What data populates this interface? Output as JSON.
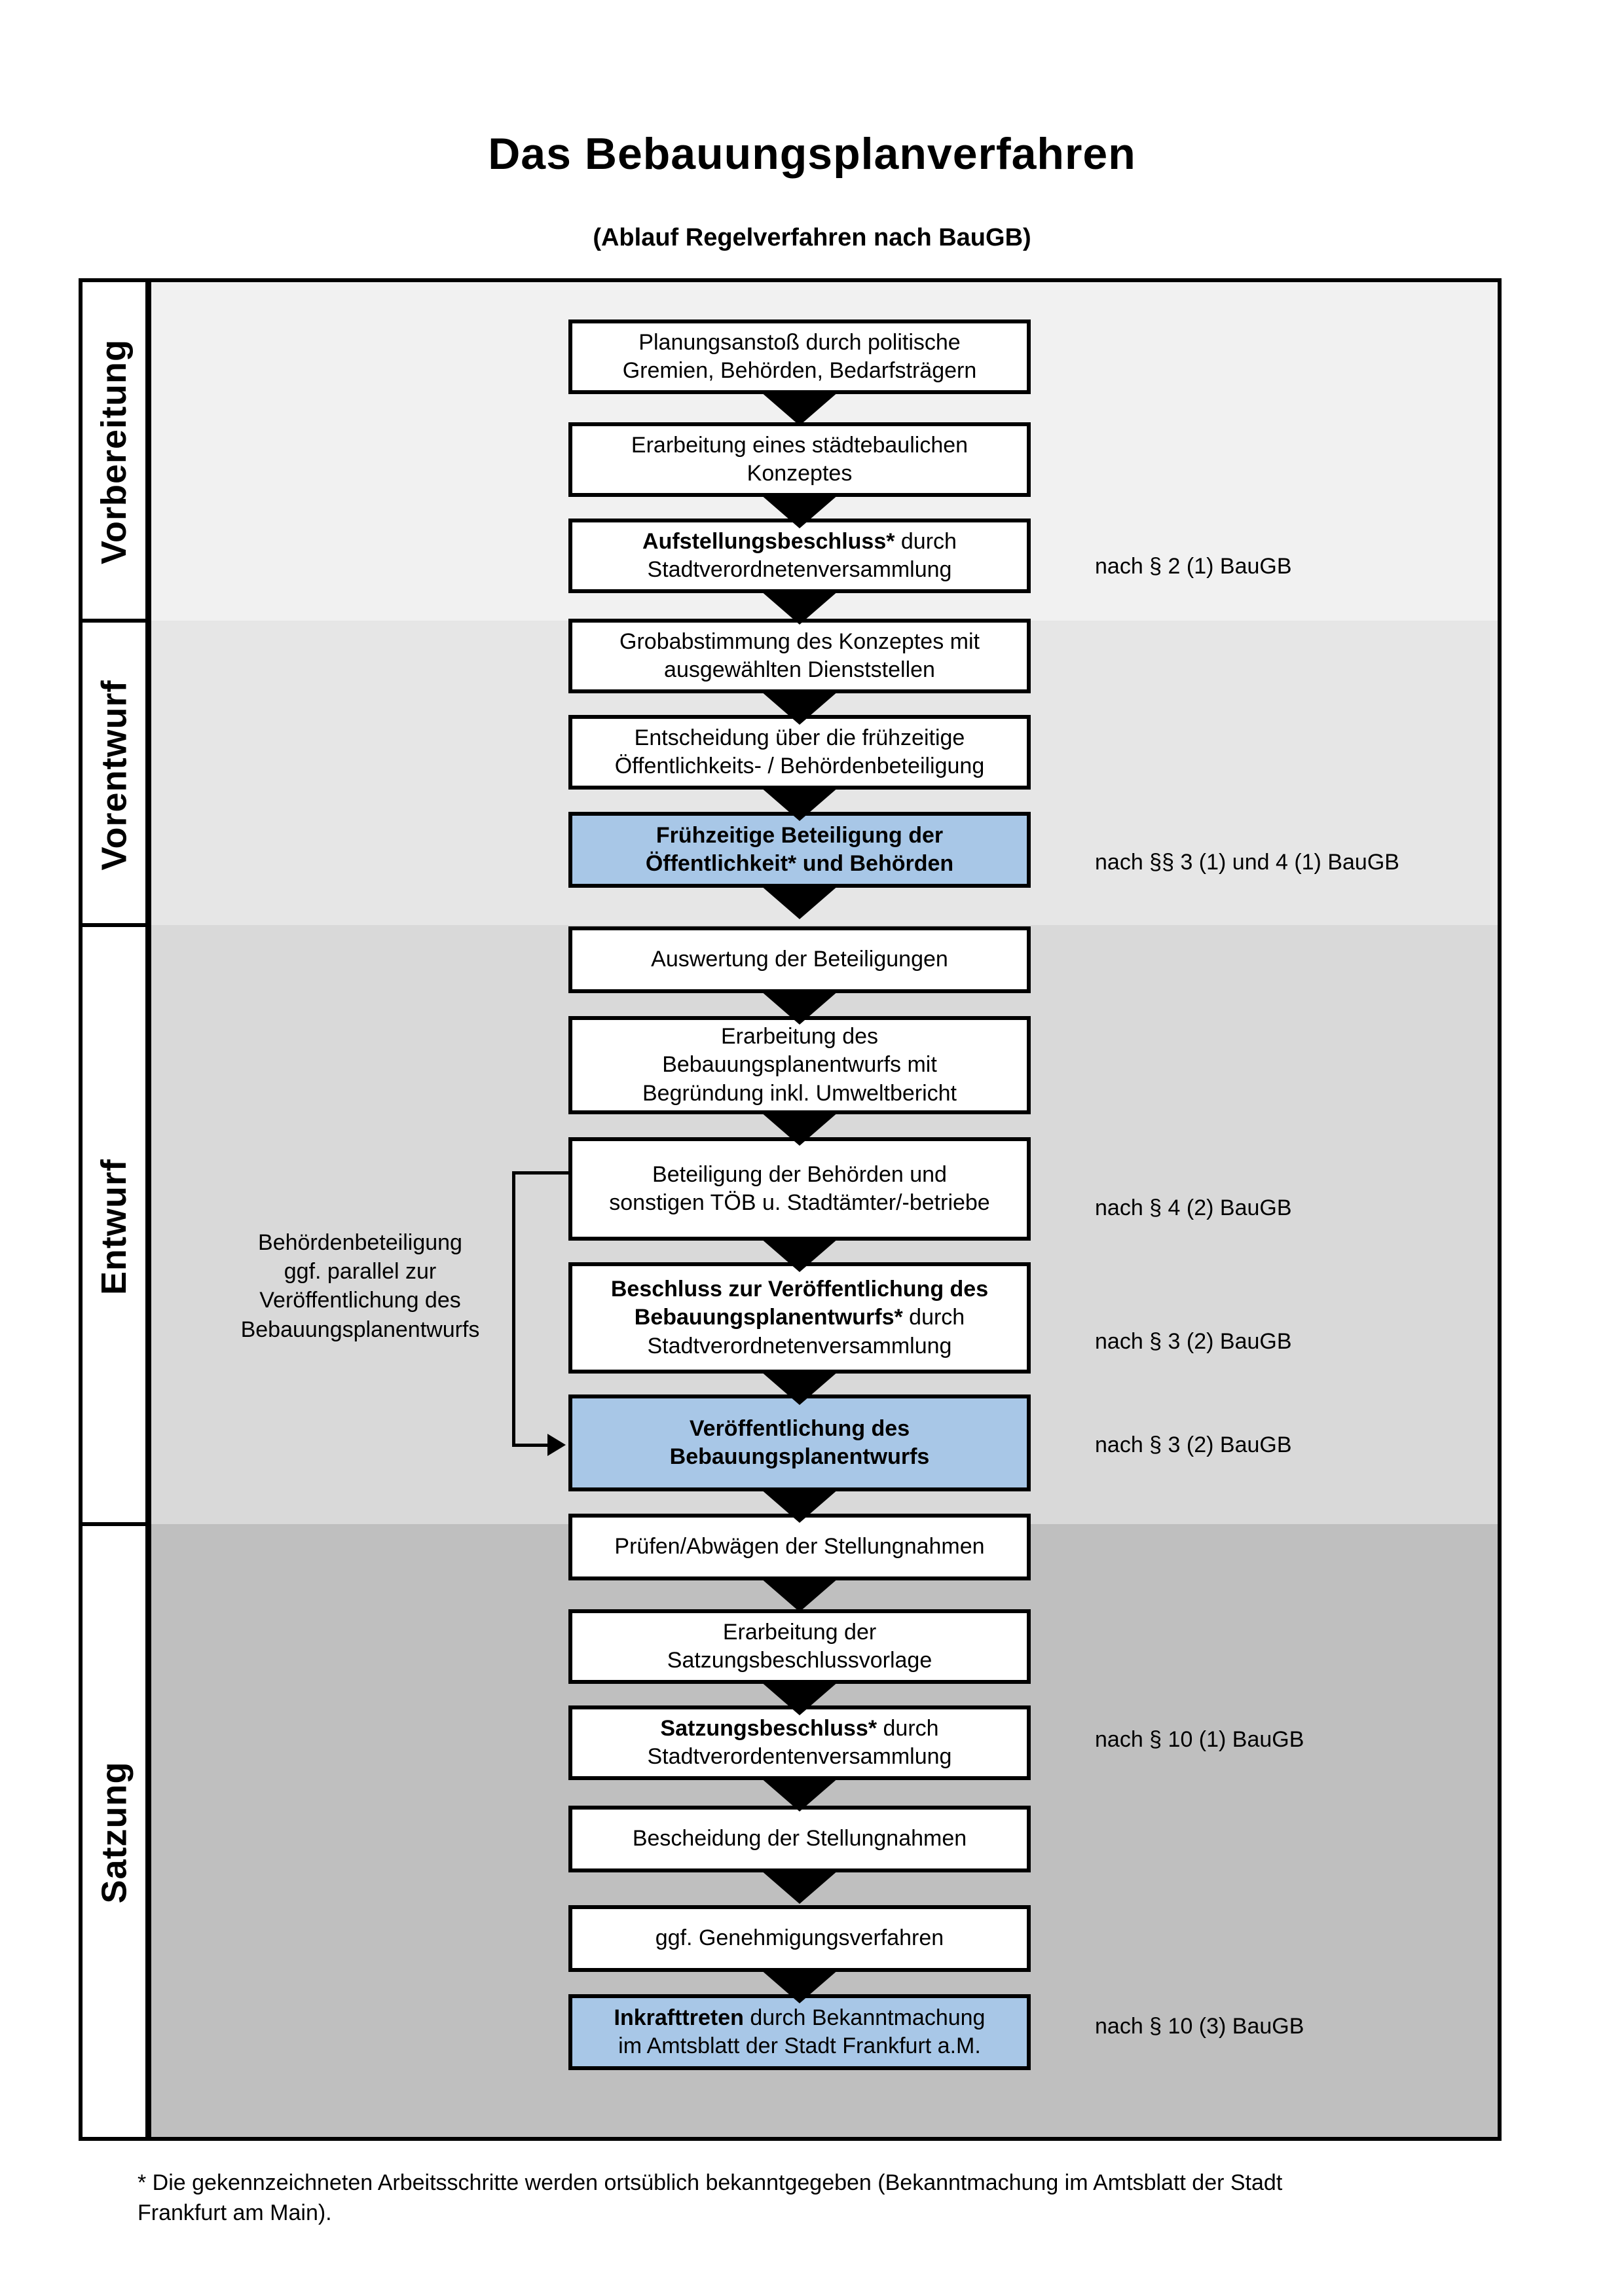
{
  "title": "Das Bebauungsplanverfahren",
  "subtitle": "(Ablauf Regelverfahren nach BauGB)",
  "phases": [
    {
      "label": "Vorbereitung"
    },
    {
      "label": "Vorentwurf"
    },
    {
      "label": "Entwurf"
    },
    {
      "label": "Satzung"
    }
  ],
  "steps": [
    {
      "name": "planungsanstoss",
      "highlight": false,
      "lines": [
        [
          {
            "t": "Planungsanstoß durch politische",
            "b": false
          }
        ],
        [
          {
            "t": "Gremien, Behörden, Bedarfsträgern",
            "b": false
          }
        ]
      ]
    },
    {
      "name": "staedtebauliches-konzept",
      "highlight": false,
      "lines": [
        [
          {
            "t": "Erarbeitung eines städtebaulichen",
            "b": false
          }
        ],
        [
          {
            "t": "Konzeptes",
            "b": false
          }
        ]
      ]
    },
    {
      "name": "aufstellungsbeschluss",
      "highlight": false,
      "lines": [
        [
          {
            "t": "Aufstellungsbeschluss*",
            "b": true
          },
          {
            "t": " durch",
            "b": false
          }
        ],
        [
          {
            "t": "Stadtverordnetenversammlung",
            "b": false
          }
        ]
      ]
    },
    {
      "name": "grobabstimmung",
      "highlight": false,
      "lines": [
        [
          {
            "t": "Grobabstimmung des Konzeptes mit",
            "b": false
          }
        ],
        [
          {
            "t": "ausgewählten Dienststellen",
            "b": false
          }
        ]
      ]
    },
    {
      "name": "entscheidung-beteiligung",
      "highlight": false,
      "lines": [
        [
          {
            "t": "Entscheidung über die frühzeitige",
            "b": false
          }
        ],
        [
          {
            "t": "Öffentlichkeits- / Behördenbeteiligung",
            "b": false
          }
        ]
      ]
    },
    {
      "name": "fruehzeitige-beteiligung",
      "highlight": true,
      "lines": [
        [
          {
            "t": "Frühzeitige Beteiligung der",
            "b": true
          }
        ],
        [
          {
            "t": "Öffentlichkeit* und Behörden",
            "b": true
          }
        ]
      ]
    },
    {
      "name": "auswertung-beteiligungen",
      "highlight": false,
      "lines": [
        [
          {
            "t": "Auswertung der Beteiligungen",
            "b": false
          }
        ]
      ]
    },
    {
      "name": "erarbeitung-entwurf",
      "highlight": false,
      "lines": [
        [
          {
            "t": "Erarbeitung des",
            "b": false
          }
        ],
        [
          {
            "t": "Bebauungsplanentwurfs mit",
            "b": false
          }
        ],
        [
          {
            "t": "Begründung inkl. Umweltbericht",
            "b": false
          }
        ]
      ]
    },
    {
      "name": "beteiligung-behoerden",
      "highlight": false,
      "lines": [
        [
          {
            "t": "Beteiligung der Behörden und",
            "b": false
          }
        ],
        [
          {
            "t": "sonstigen TÖB u. Stadtämter/-betriebe",
            "b": false
          }
        ]
      ]
    },
    {
      "name": "beschluss-veroeffentlichung",
      "highlight": false,
      "lines": [
        [
          {
            "t": "Beschluss zur Veröffentlichung des",
            "b": true
          }
        ],
        [
          {
            "t": "Bebauungsplanentwurfs*",
            "b": true
          },
          {
            "t": " durch",
            "b": false
          }
        ],
        [
          {
            "t": "Stadtverordnetenversammlung",
            "b": false
          }
        ]
      ]
    },
    {
      "name": "veroeffentlichung-entwurf",
      "highlight": true,
      "lines": [
        [
          {
            "t": "Veröffentlichung des",
            "b": true
          }
        ],
        [
          {
            "t": "Bebauungsplanentwurfs",
            "b": true
          }
        ]
      ]
    },
    {
      "name": "pruefen-abwaegen",
      "highlight": false,
      "lines": [
        [
          {
            "t": "Prüfen/Abwägen der Stellungnahmen",
            "b": false
          }
        ]
      ]
    },
    {
      "name": "satzungsbeschlussvorlage",
      "highlight": false,
      "lines": [
        [
          {
            "t": "Erarbeitung der",
            "b": false
          }
        ],
        [
          {
            "t": "Satzungsbeschlussvorlage",
            "b": false
          }
        ]
      ]
    },
    {
      "name": "satzungsbeschluss",
      "highlight": false,
      "lines": [
        [
          {
            "t": "Satzungsbeschluss*",
            "b": true
          },
          {
            "t": " durch",
            "b": false
          }
        ],
        [
          {
            "t": "Stadtverordentenversammlung",
            "b": false
          }
        ]
      ]
    },
    {
      "name": "bescheidung-stellungnahmen",
      "highlight": false,
      "lines": [
        [
          {
            "t": "Bescheidung der Stellungnahmen",
            "b": false
          }
        ]
      ]
    },
    {
      "name": "genehmigungsverfahren",
      "highlight": false,
      "lines": [
        [
          {
            "t": "ggf. Genehmigungsverfahren",
            "b": false
          }
        ]
      ]
    },
    {
      "name": "inkrafttreten",
      "highlight": true,
      "lines": [
        [
          {
            "t": "Inkrafttreten",
            "b": true
          },
          {
            "t": " durch Bekanntmachung",
            "b": false
          }
        ],
        [
          {
            "t": "im Amtsblatt der Stadt Frankfurt a.M.",
            "b": false
          }
        ]
      ]
    }
  ],
  "laws": [
    {
      "text": "nach § 2 (1) BauGB"
    },
    {
      "text": "nach §§ 3 (1) und 4 (1) BauGB"
    },
    {
      "text": "nach § 4 (2) BauGB"
    },
    {
      "text": "nach § 3 (2) BauGB"
    },
    {
      "text": "nach § 3 (2) BauGB"
    },
    {
      "text": "nach § 10 (1) BauGB"
    },
    {
      "text": "nach § 10 (3) BauGB"
    }
  ],
  "annotation": {
    "lines": [
      "Behördenbeteiligung",
      "ggf. parallel zur",
      "Veröffentlichung des",
      "Bebauungsplanentwurfs"
    ]
  },
  "footnote": {
    "lines": [
      "* Die gekennzeichneten Arbeitsschritte werden ortsüblich bekanntgegeben (Bekanntmachung im Amtsblatt  der Stadt",
      "Frankfurt am Main)."
    ]
  },
  "colors": {
    "highlight": "#a8c7e7",
    "section1": "#f1f1f1",
    "section2": "#e6e6e6",
    "section3": "#d9d9d9",
    "section4": "#bfbfbf",
    "border": "#000000"
  }
}
